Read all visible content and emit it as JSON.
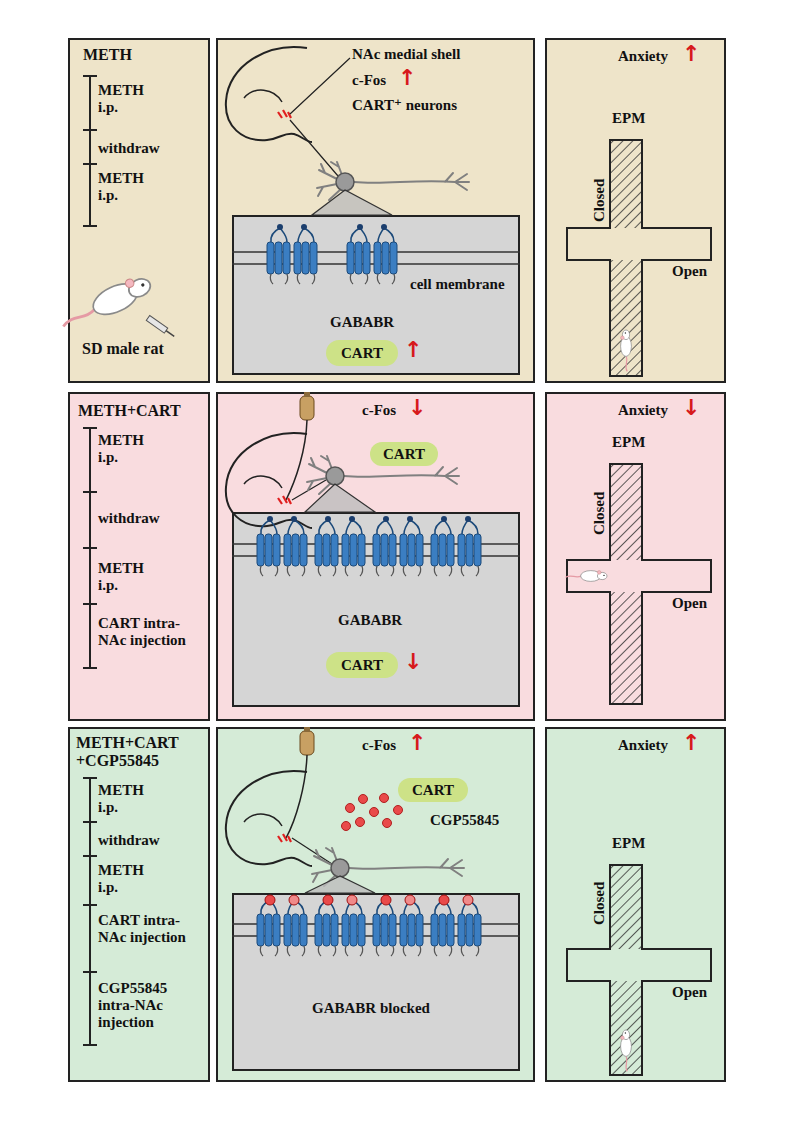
{
  "diagram": {
    "nodes": [
      {
        "text": [
          "METH",
          "METH i.p.",
          "withdraw",
          "METH i.p.",
          "SD male rat"
        ]
      },
      {
        "text": [
          "NAc medial shell",
          "c-Fos",
          "↑",
          "CART⁺ neurons"
        ]
      },
      {
        "text": [
          "cell membrane",
          "GABABR",
          "↑"
        ],
        "in": 1
      },
      {
        "text": [
          "CART"
        ],
        "in": 2
      },
      {
        "text": [
          "Anxiety",
          "↑"
        ]
      },
      {
        "text": [
          "EPM",
          "Closed",
          "Open"
        ],
        "in": 4
      },
      {
        "text": [
          "METH+CART",
          "METH i.p.",
          "withdraw",
          "METH i.p.",
          "CART intra-NAc injection"
        ]
      },
      {
        "text": [
          "c-Fos",
          "↓"
        ]
      },
      {
        "text": [
          "CART"
        ],
        "in": 7
      },
      {
        "text": [
          "GABABR",
          "↓"
        ],
        "in": 7
      },
      {
        "text": [
          "CART"
        ],
        "in": 9
      },
      {
        "text": [
          "Anxiety",
          "↓"
        ]
      },
      {
        "text": [
          "EPM",
          "Closed",
          "Open"
        ],
        "in": 11
      },
      {
        "text": [
          "METH+CART +CGP55845",
          "METH i.p.",
          "withdraw",
          "METH i.p.",
          "CART intra-NAc injection",
          "CGP55845 intra-NAc injection"
        ]
      },
      {
        "text": [
          "c-Fos",
          "↑",
          "CGP55845"
        ]
      },
      {
        "text": [
          "CART"
        ],
        "in": 14
      },
      {
        "text": [
          "GABABR blocked"
        ],
        "in": 14
      },
      {
        "text": [
          "Anxiety",
          "↑"
        ]
      },
      {
        "text": [
          "EPM",
          "Closed",
          "Open"
        ],
        "in": 17
      }
    ]
  }
}
